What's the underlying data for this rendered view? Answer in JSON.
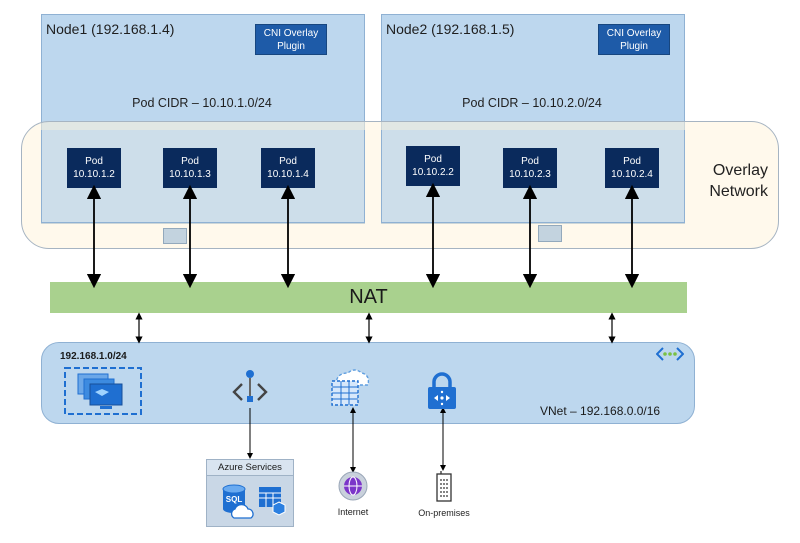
{
  "nodes": [
    {
      "title": "Node1 (192.168.1.4)",
      "plugin": "CNI Overlay Plugin",
      "cidr": "Pod CIDR – 10.10.1.0/24"
    },
    {
      "title": "Node2 (192.168.1.5)",
      "plugin": "CNI Overlay Plugin",
      "cidr": "Pod CIDR – 10.10.2.0/24"
    }
  ],
  "pods": [
    {
      "label": "Pod",
      "ip": "10.10.1.2"
    },
    {
      "label": "Pod",
      "ip": "10.10.1.3"
    },
    {
      "label": "Pod",
      "ip": "10.10.1.4"
    },
    {
      "label": "Pod",
      "ip": "10.10.2.2"
    },
    {
      "label": "Pod",
      "ip": "10.10.2.3"
    },
    {
      "label": "Pod",
      "ip": "10.10.2.4"
    }
  ],
  "overlay": {
    "line1": "Overlay",
    "line2": "Network"
  },
  "nat": {
    "label": "NAT"
  },
  "vnet": {
    "subnet": "192.168.1.0/24",
    "label": "VNet – 192.168.0.0/16"
  },
  "external": {
    "azure_services": "Azure Services",
    "sql": "SQL",
    "internet": "Internet",
    "onprem": "On-premises"
  },
  "colors": {
    "node_bg": "#bdd7ee",
    "plugin_bg": "#1e5ba8",
    "pod_bg": "#0a2a5c",
    "nat_bg": "#a9d18e",
    "overlay_bg": "#fff4dc",
    "icon_blue": "#1f6fd1"
  },
  "icons": [
    "vm-scale-set-icon",
    "load-balancer-icon",
    "nsg-table-icon",
    "vpn-gateway-lock-icon",
    "vnet-peering-icon",
    "sql-icon",
    "cloud-icon",
    "app-service-icon",
    "globe-icon",
    "building-icon"
  ]
}
